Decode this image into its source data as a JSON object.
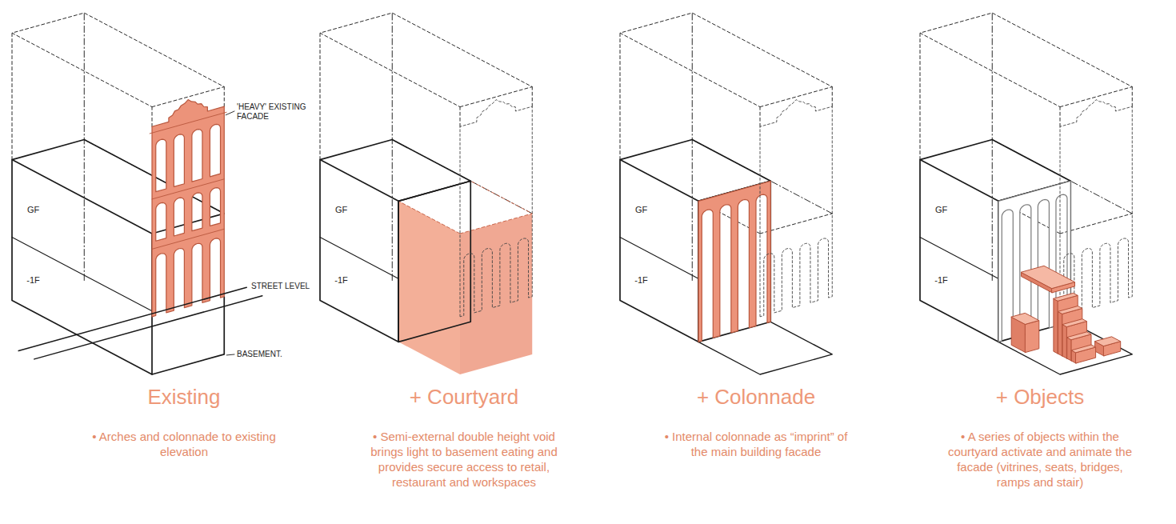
{
  "diagram": {
    "labels": [
      "GF",
      "-1F",
      "'HEAVY' EXISTING FACADE",
      "STREET LEVEL",
      "BASEMENT.",
      "Existing",
      "• Arches and colonnade to existing elevation",
      "GF",
      "-1F",
      "+ Courtyard",
      "• Semi-external double height void brings light to basement eating and provides secure access to retail, restaurant and workspaces",
      "GF",
      "-1F",
      "+ Colonnade",
      "• Internal colonnade as “imprint” of the main building facade",
      "GF",
      "-1F",
      "+ Objects",
      "• A series of objects within the courtyard activate and animate the facade (vitrines, seats, bridges, ramps and stair)"
    ]
  }
}
